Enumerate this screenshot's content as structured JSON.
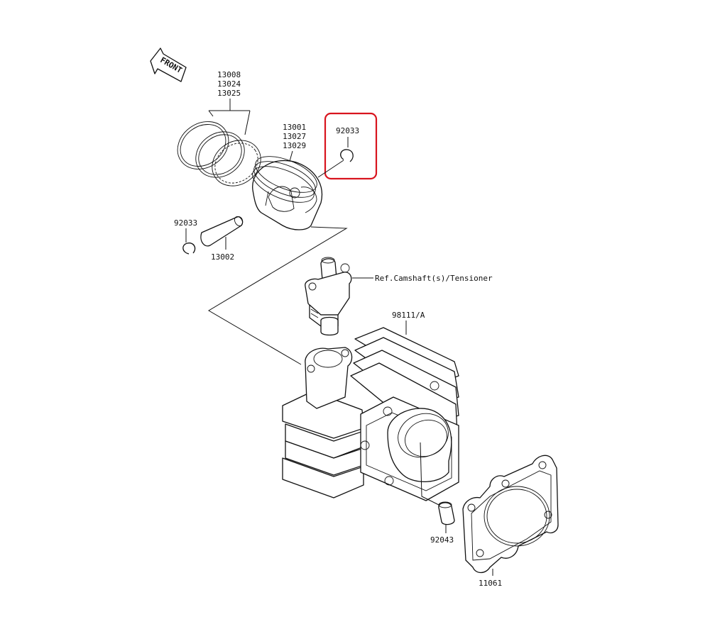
{
  "front_label": "FRONT",
  "highlight_color": "#d8141e",
  "labels": {
    "rings_a": "13008",
    "rings_b": "13024",
    "rings_c": "13025",
    "piston_a": "13001",
    "piston_b": "13027",
    "piston_c": "13029",
    "clip_highlight": "92033",
    "clip_left": "92033",
    "pin": "13002",
    "ref": "Ref.Camshaft(s)/Tensioner",
    "cylinder": "98111/A",
    "dowel": "92043",
    "gasket": "11061"
  }
}
